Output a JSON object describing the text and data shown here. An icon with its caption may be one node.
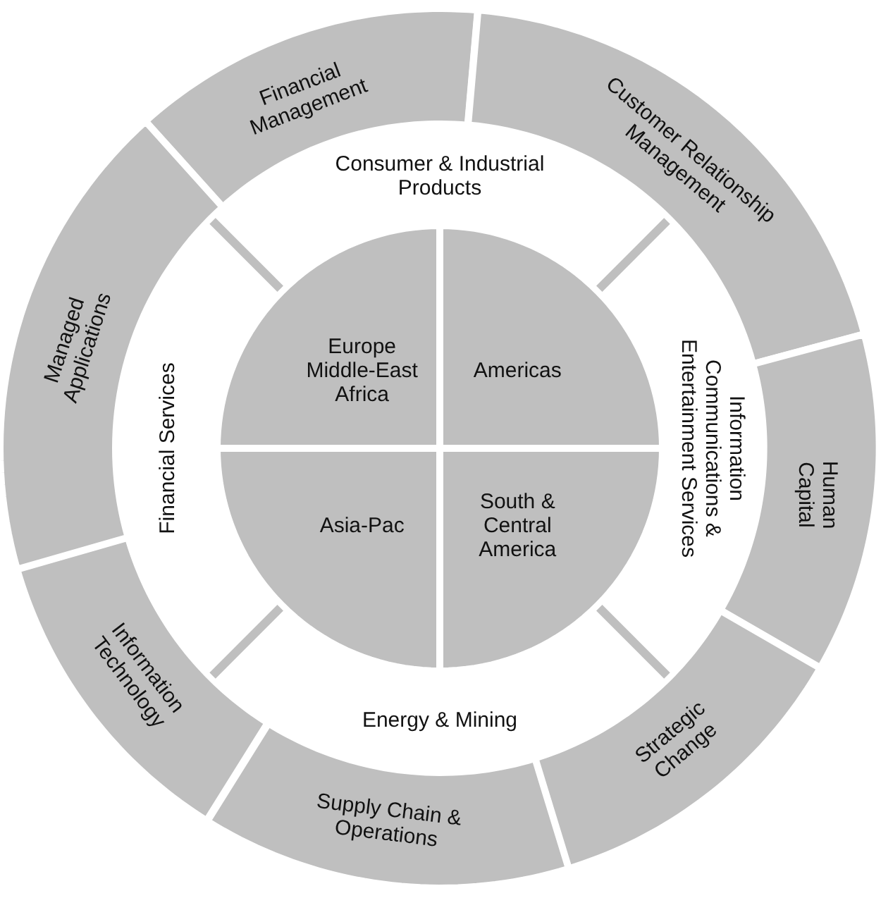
{
  "diagram": {
    "nodes": [
      {
        "text": [
          "Financial Management"
        ]
      },
      {
        "text": [
          "Customer Relationship Management"
        ]
      },
      {
        "text": [
          "Human Capital"
        ]
      },
      {
        "text": [
          "Strategic Change"
        ]
      },
      {
        "text": [
          "Supply Chain & Operations"
        ]
      },
      {
        "text": [
          "Information Technology"
        ]
      },
      {
        "text": [
          "Managed Applications"
        ]
      },
      {
        "text": [
          "Consumer & Industrial Products"
        ]
      },
      {
        "text": [
          "Information Communications & Entertainment Services"
        ]
      },
      {
        "text": [
          "Energy & Mining"
        ]
      },
      {
        "text": [
          "Financial Services"
        ]
      },
      {
        "text": [
          "Europe Middle-East Africa"
        ]
      },
      {
        "text": [
          "Americas"
        ]
      },
      {
        "text": [
          "Asia-Pac"
        ]
      },
      {
        "text": [
          "South & Central America"
        ]
      }
    ]
  }
}
